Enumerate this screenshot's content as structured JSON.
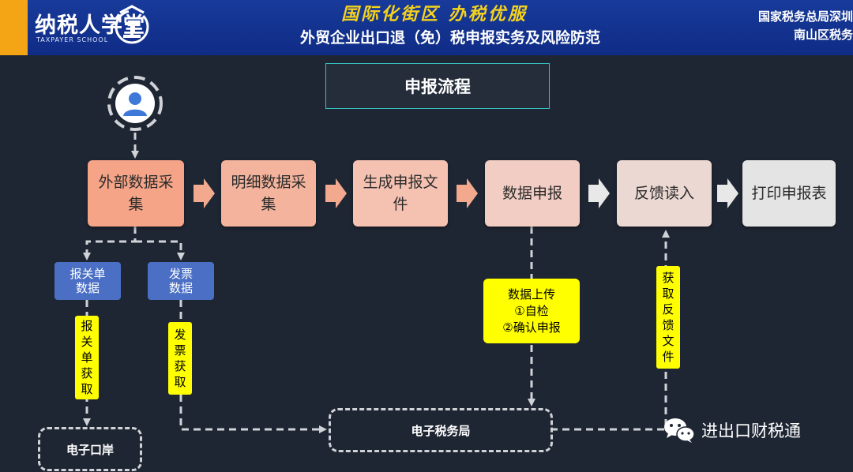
{
  "header": {
    "logo_text": "纳税人学堂",
    "logo_sub": "TAXPAYER SCHOOL",
    "slogan": "国际化街区 办税优服",
    "subject": "外贸企业出口退（免）税申报实务及风险防范",
    "bureau_line1": "国家税务总局深圳",
    "bureau_line2": "南山区税务",
    "accent_color": "#f3a515",
    "slogan_color": "#f5d21c"
  },
  "diagram": {
    "title": "申报流程",
    "steps": [
      {
        "label": "外部数据采集",
        "color": "#f5a487"
      },
      {
        "label": "明细数据采集",
        "color": "#f3b39c"
      },
      {
        "label": "生成申报文件",
        "color": "#f5c2b2"
      },
      {
        "label": "数据申报",
        "color": "#f2cdc3"
      },
      {
        "label": "反馈读入",
        "color": "#ebd8d3"
      },
      {
        "label": "打印申报表",
        "color": "#e4e4e4"
      }
    ],
    "sources": [
      "报关单数据",
      "发票数据"
    ],
    "labels": {
      "customs_fetch": "报关单获取",
      "invoice_fetch": "发票获取",
      "upload_title": "数据上传",
      "upload_step1": "①自检",
      "upload_step2": "②确认申报",
      "feedback_fetch": "获取反馈文件"
    },
    "endpoints": {
      "port": "电子口岸",
      "tax_bureau": "电子税务局"
    },
    "watermark": "进出口财税通"
  }
}
